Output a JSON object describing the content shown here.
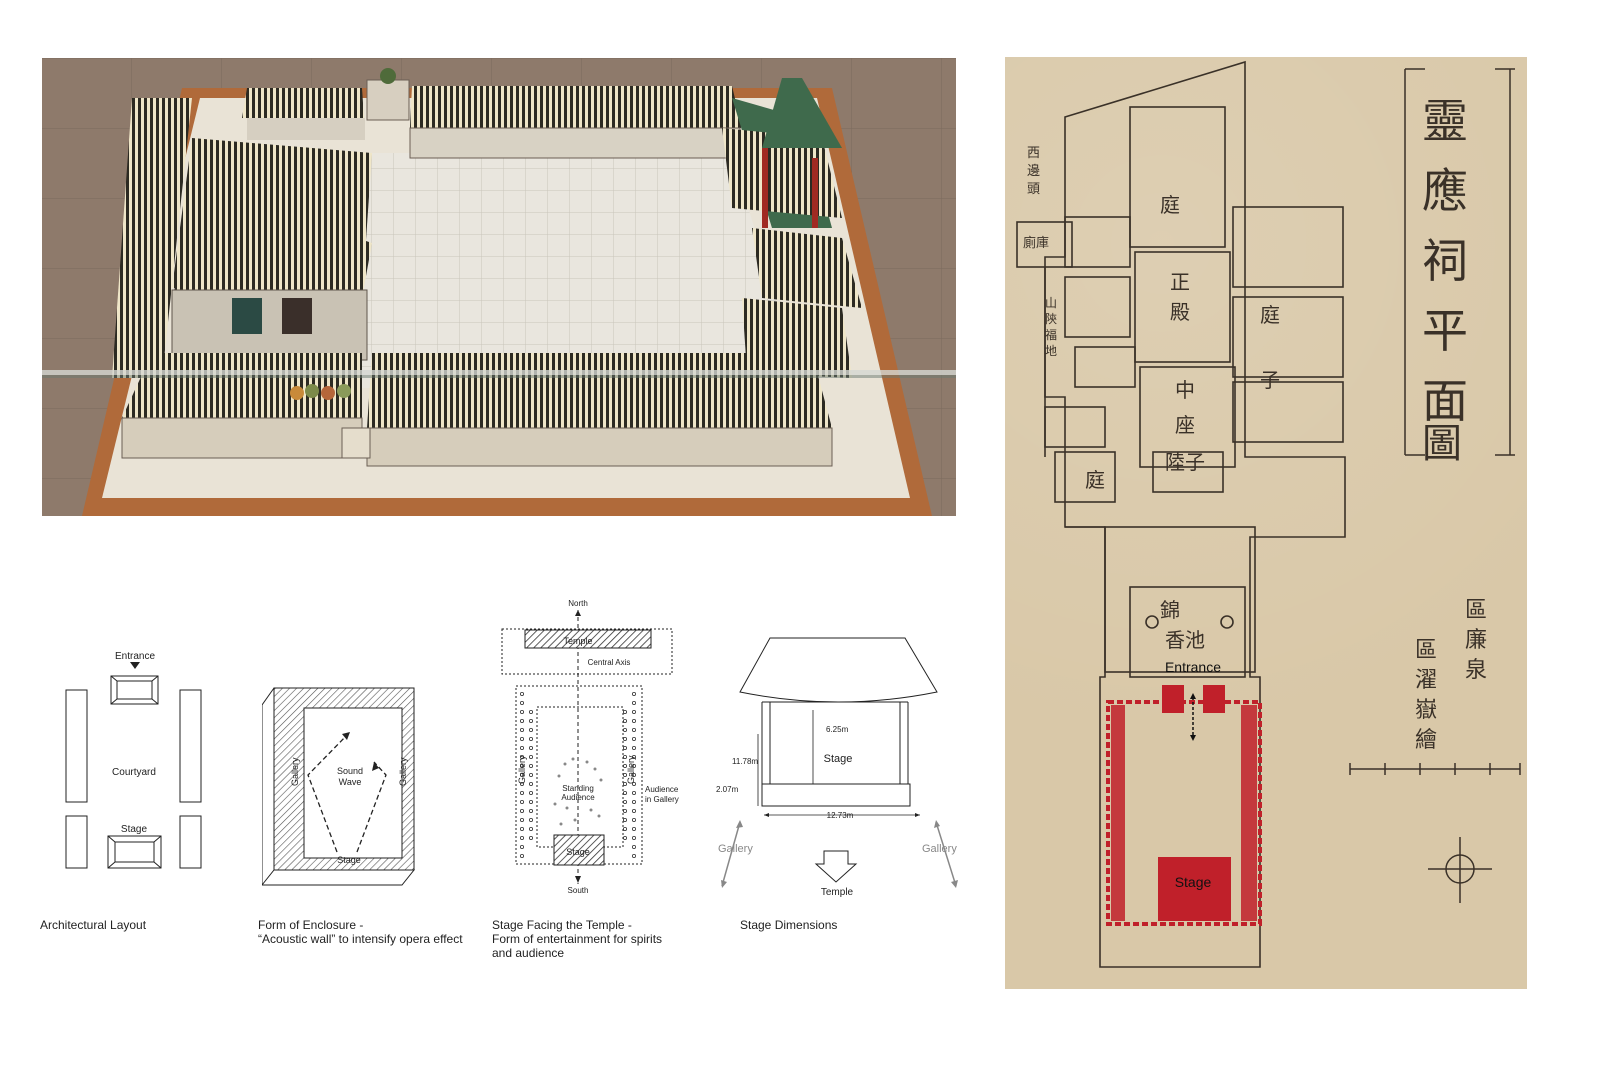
{
  "captions": {
    "layout": "Architectural Layout",
    "enclosure_line1": "Form of Enclosure -",
    "enclosure_line2": "“Acoustic wall” to intensify opera effect",
    "facing_line1": "Stage Facing the Temple -",
    "facing_line2": "Form of entertainment for spirits",
    "facing_line3": "and audience",
    "dimensions": "Stage Dimensions"
  },
  "layout_diagram": {
    "entrance": "Entrance",
    "courtyard": "Courtyard",
    "stage": "Stage"
  },
  "enclosure_diagram": {
    "gallery_left": "Gallery",
    "gallery_right": "Gallery",
    "sound_wave_1": "Sound",
    "sound_wave_2": "Wave",
    "stage": "Stage"
  },
  "facing_diagram": {
    "north": "North",
    "temple": "Temple",
    "central_axis": "Central Axis",
    "gallery_left": "Gallery",
    "gallery_right": "Gallery",
    "standing_1": "Standing",
    "standing_2": "Audience",
    "audience_1": "Audience",
    "audience_2": "in Gallery",
    "stage": "Stage",
    "south": "South"
  },
  "dimensions_diagram": {
    "h_upper": "6.25m",
    "h_total": "11.78m",
    "h_base": "2.07m",
    "width": "12.73m",
    "stage": "Stage",
    "gallery_left": "Gallery",
    "gallery_right": "Gallery",
    "temple": "Temple"
  },
  "map": {
    "title": "靈應祠平面圖",
    "entrance": "Entrance",
    "stage": "Stage",
    "colors": {
      "highlight": "#c0202a",
      "paper": "#d9c8a8",
      "ink": "#3a3128"
    }
  }
}
